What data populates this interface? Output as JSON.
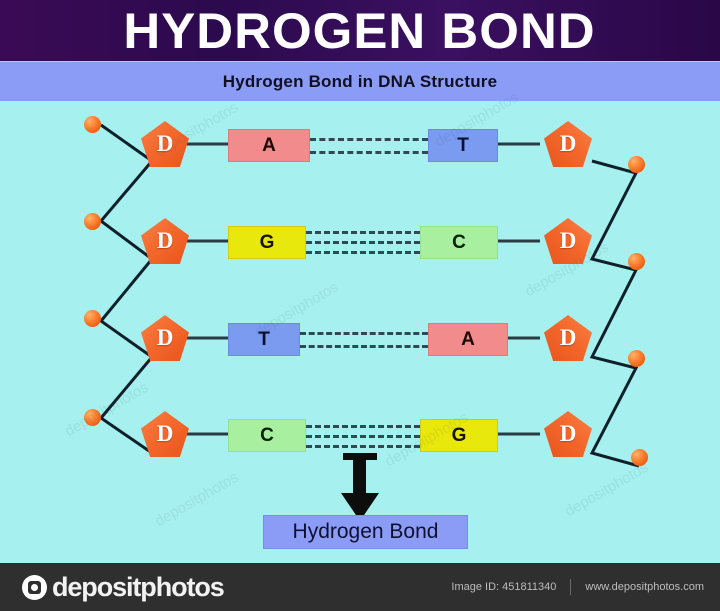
{
  "header": {
    "title": "HYDROGEN BOND",
    "subtitle": "Hydrogen Bond in DNA Structure"
  },
  "diagram": {
    "sugar_label": "D",
    "rows": [
      {
        "left_base": "A",
        "left_color": "#f28c8c",
        "right_base": "T",
        "right_color": "#7a9bf0",
        "bonds": 2
      },
      {
        "left_base": "G",
        "left_color": "#e9e80c",
        "right_base": "C",
        "right_color": "#a8f0a0",
        "bonds": 3
      },
      {
        "left_base": "T",
        "left_color": "#7a9bf0",
        "right_base": "A",
        "right_color": "#f28c8c",
        "bonds": 2
      },
      {
        "left_base": "C",
        "left_color": "#a8f0a0",
        "right_base": "G",
        "right_color": "#e9e80c",
        "bonds": 3
      }
    ],
    "callout_label": "Hydrogen Bond"
  },
  "colors": {
    "background": "#a6f1ef",
    "title_bar": "#2c0a4e",
    "subtitle_bar": "#8b9cf7",
    "sugar": "#f4682c",
    "phosphate": "#fb8433",
    "bond_line": "#2f4a55",
    "footer": "#2f2f2f"
  },
  "footer": {
    "brand": "depositphotos",
    "image_id": "Image ID: 451811340",
    "website": "www.depositphotos.com"
  },
  "watermark": {
    "text": "depositphotos"
  }
}
